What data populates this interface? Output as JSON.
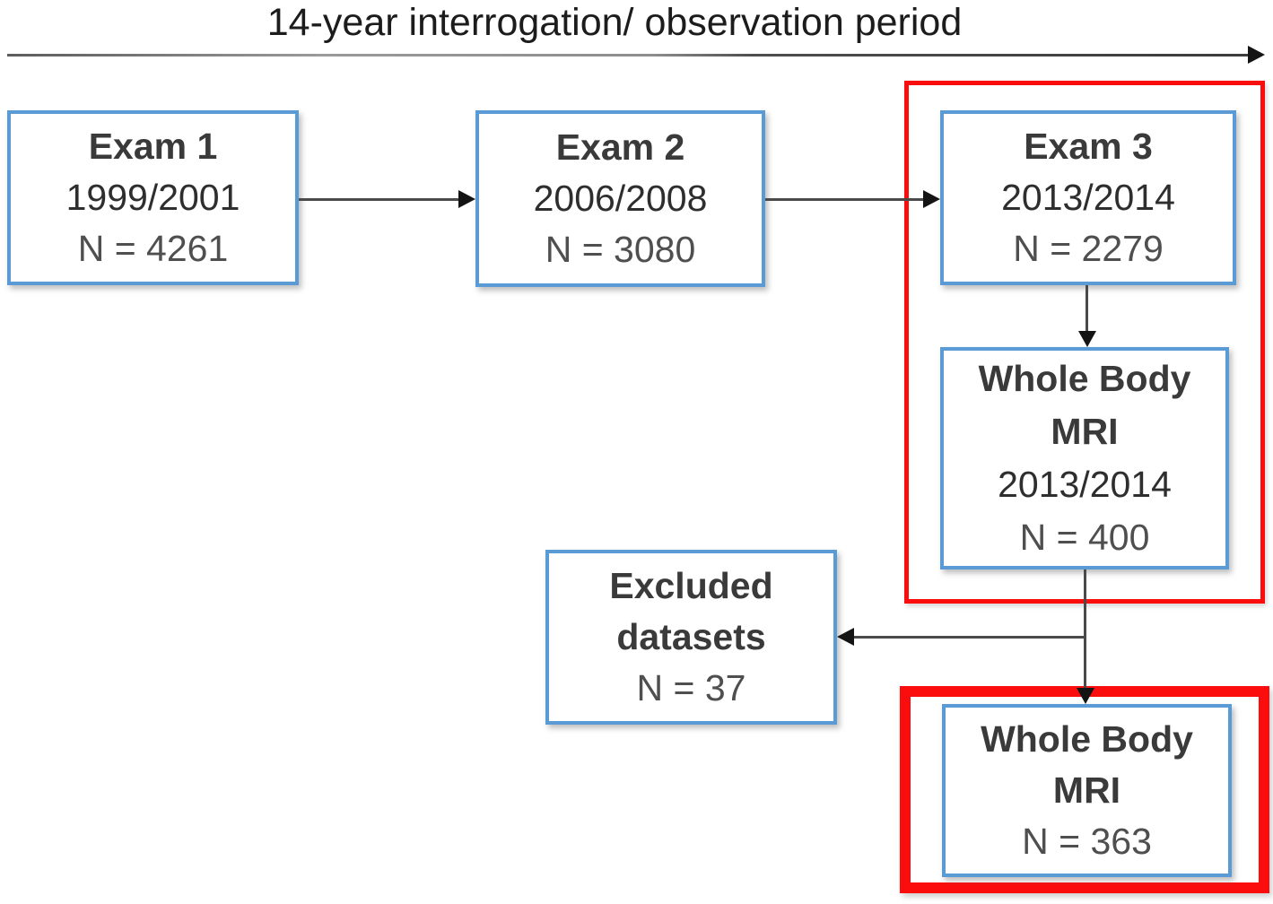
{
  "title": "14-year interrogation/ observation period",
  "colors": {
    "box_border_blue": "#5B9BD5",
    "highlight_red": "#FB0D0D",
    "arrow_gray": "#4a4a4a"
  },
  "boxes": {
    "exam1": {
      "name": "Exam 1",
      "years": "1999/2001",
      "n": "N = 4261"
    },
    "exam2": {
      "name": "Exam 2",
      "years": "2006/2008",
      "n": "N = 3080"
    },
    "exam3": {
      "name": "Exam 3",
      "years": "2013/2014",
      "n": "N = 2279"
    },
    "wbmri_initial": {
      "name_line1": "Whole Body",
      "name_line2": "MRI",
      "years": "2013/2014",
      "n": "N = 400"
    },
    "excluded": {
      "name_line1": "Excluded",
      "name_line2": "datasets",
      "n": "N = 37"
    },
    "wbmri_final": {
      "name_line1": "Whole Body",
      "name_line2": "MRI",
      "n": "N = 363"
    }
  }
}
